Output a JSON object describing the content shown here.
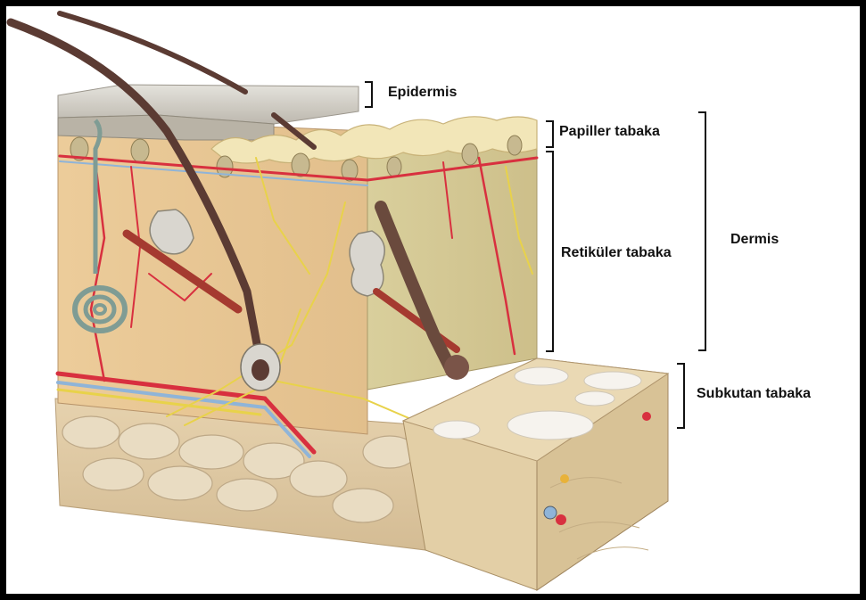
{
  "labels": {
    "epidermis": "Epidermis",
    "papiller": "Papiller tabaka",
    "retikuler": "Retiküler tabaka",
    "dermis": "Dermis",
    "subkutan": "Subkutan tabaka"
  },
  "colors": {
    "frame": "#000000",
    "background": "#ffffff",
    "dermis_tissue": "#e8c99a",
    "epidermis_surface": "#d8d6d0",
    "fat_tissue": "#d9c6a4",
    "artery": "#d8303f",
    "vein": "#8fb4d8",
    "nerve": "#e8d24a",
    "hair": "#5b3b33",
    "muscle": "#b8453a"
  }
}
